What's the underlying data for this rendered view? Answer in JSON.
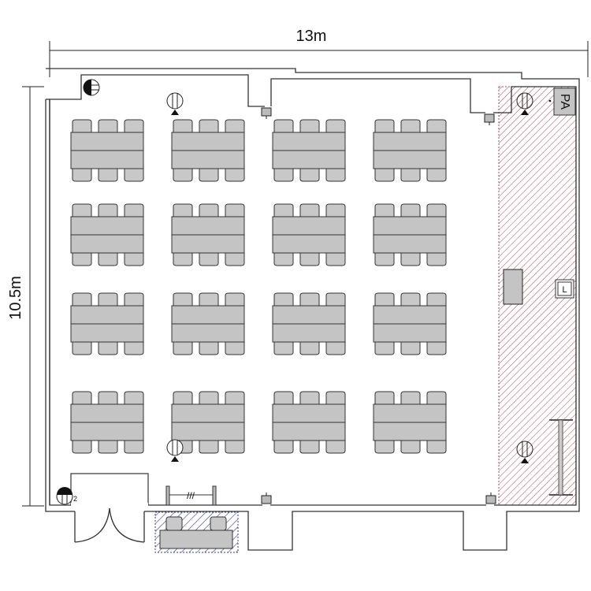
{
  "dimensions": {
    "width_label": "13m",
    "height_label": "10.5m"
  },
  "labels": {
    "pa": "PA",
    "lectern": "L",
    "outlet_count": "2"
  },
  "layout": {
    "table_rows": 4,
    "table_cols": 4,
    "chairs_per_side": 3
  },
  "colors": {
    "table_fill": "#c4c4c4",
    "stage_hatch": "#b04850",
    "storage_hatch": "#3a3aa0",
    "wall": "#333333"
  }
}
